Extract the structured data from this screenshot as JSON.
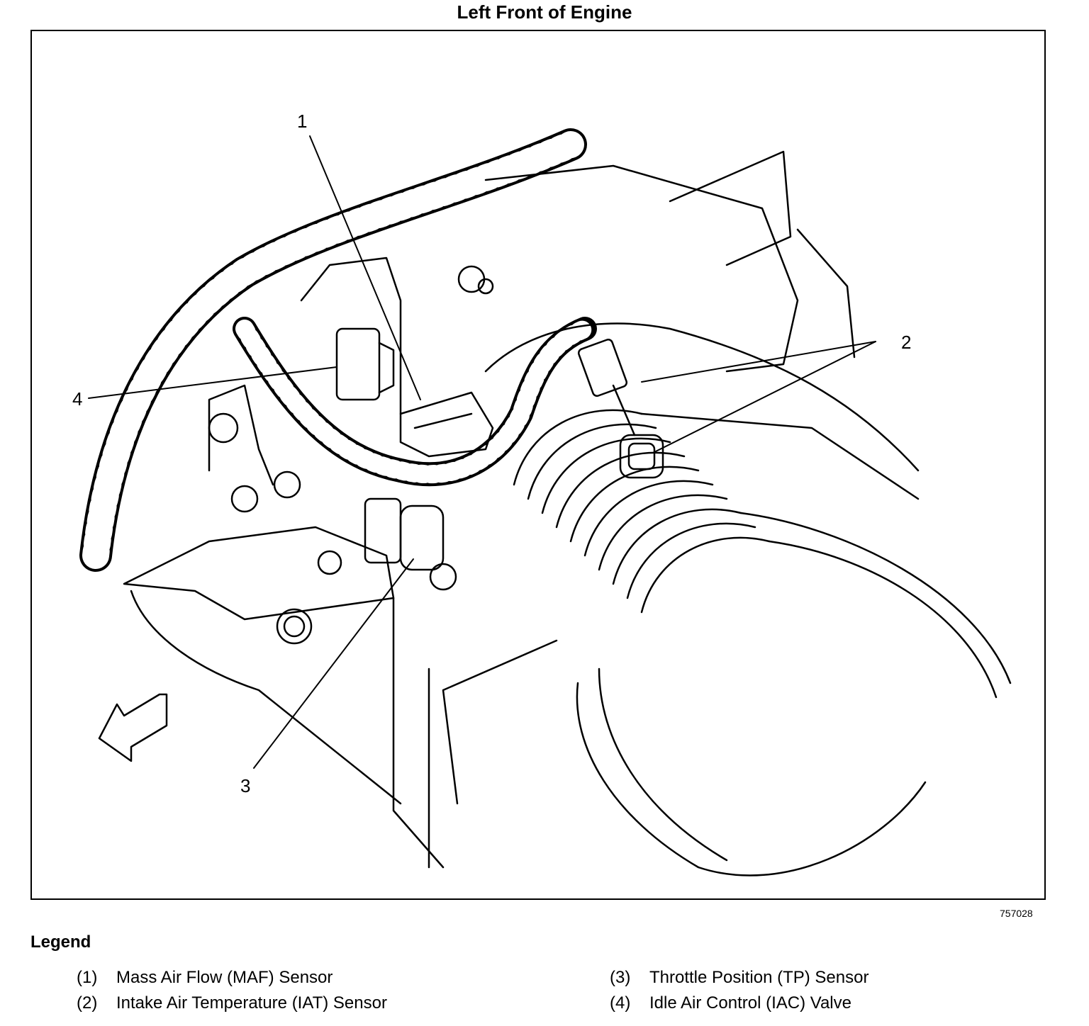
{
  "title": "Left Front of Engine",
  "figure_id": "757028",
  "callouts": [
    "1",
    "2",
    "3",
    "4"
  ],
  "legend": {
    "title": "Legend",
    "items": [
      {
        "num": "(1)",
        "label": "Mass Air Flow (MAF) Sensor"
      },
      {
        "num": "(2)",
        "label": "Intake Air Temperature (IAT) Sensor"
      },
      {
        "num": "(3)",
        "label": "Throttle Position (TP) Sensor"
      },
      {
        "num": "(4)",
        "label": "Idle Air Control (IAC) Valve"
      }
    ]
  }
}
